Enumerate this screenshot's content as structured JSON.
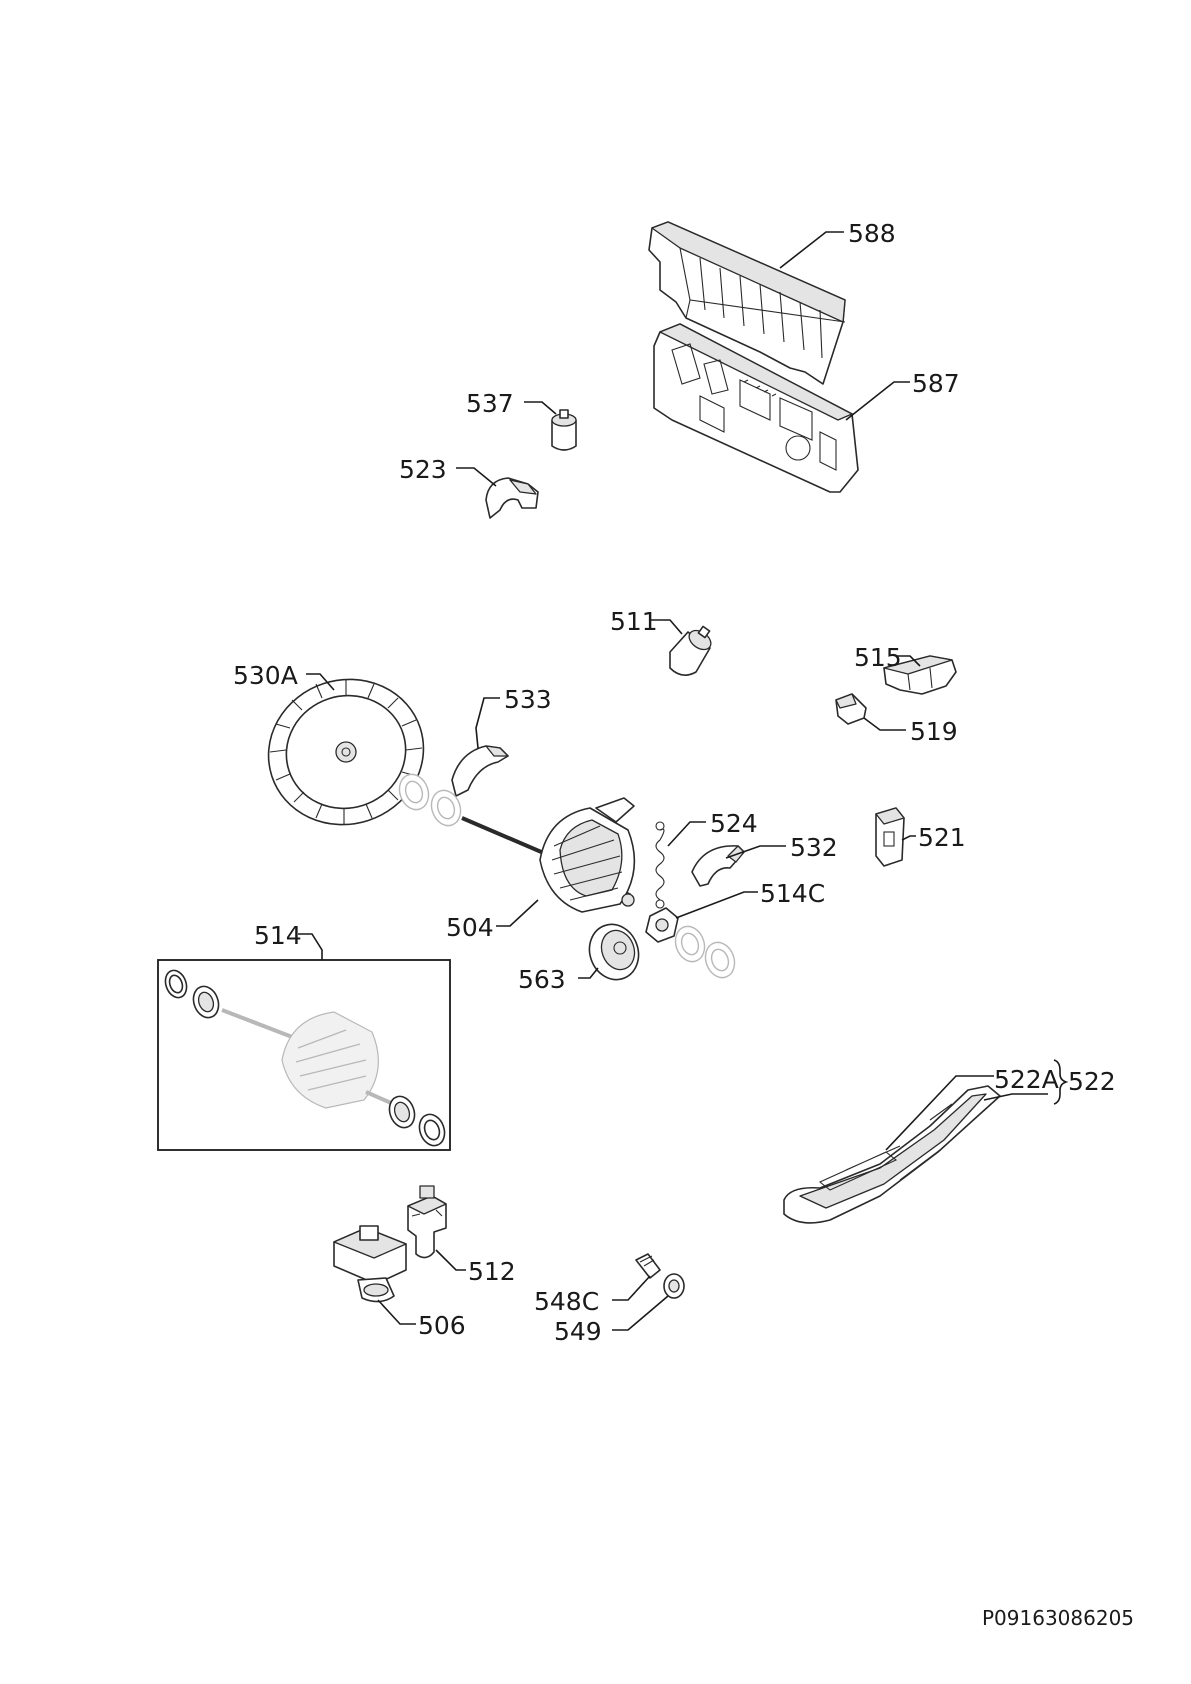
{
  "parts": {
    "p588": "588",
    "p587": "587",
    "p537": "537",
    "p523": "523",
    "p511": "511",
    "p515": "515",
    "p519": "519",
    "p530a": "530A",
    "p533": "533",
    "p524": "524",
    "p532": "532",
    "p521": "521",
    "p514c": "514C",
    "p504": "504",
    "p514": "514",
    "p563": "563",
    "p522a": "522A",
    "p522": "522",
    "p512": "512",
    "p506": "506",
    "p548c": "548C",
    "p549": "549"
  },
  "document_number": "P09163086205"
}
